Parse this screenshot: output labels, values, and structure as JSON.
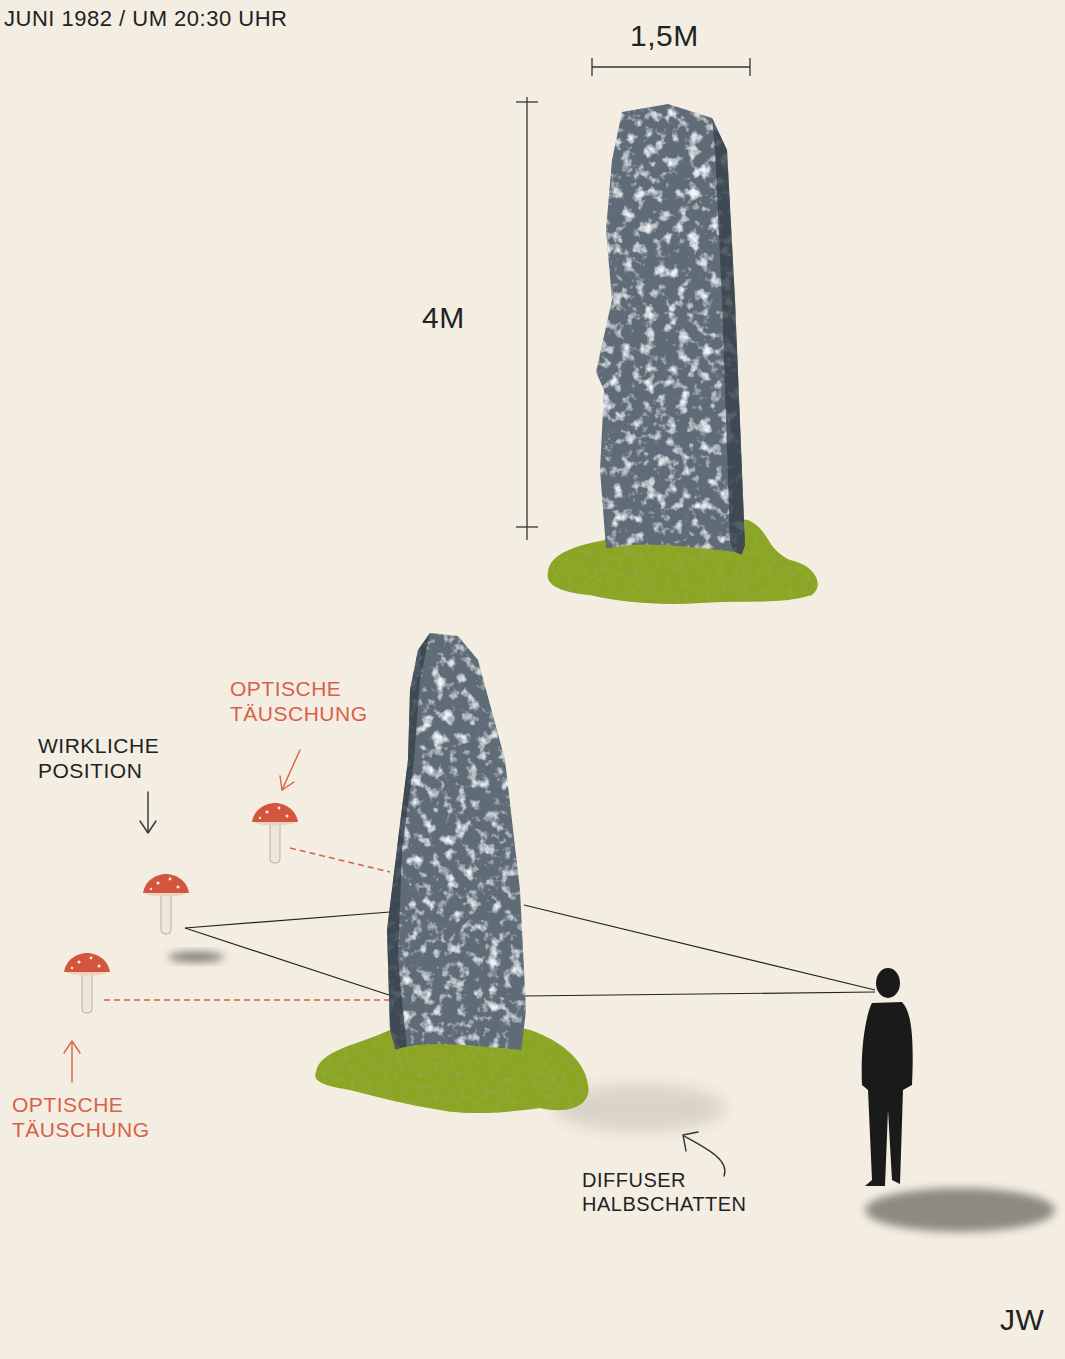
{
  "diagram": {
    "labels": [
      "JUNI 1982 / UM 20:30 UHR",
      "1,5M",
      "4M",
      "OPTISCHE TÄUSCHUNG",
      "WIRKLICHE POSITION",
      "OPTISCHE TÄUSCHUNG",
      "DIFFUSER HALBSCHATTEN",
      "JW"
    ]
  }
}
